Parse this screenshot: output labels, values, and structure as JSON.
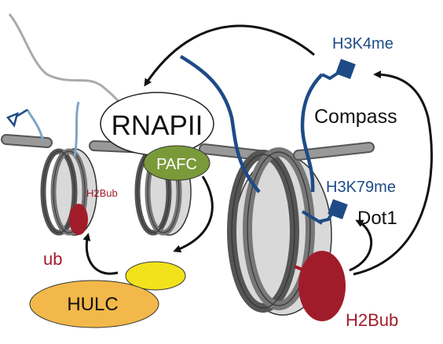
{
  "labels": {
    "rnapii": "RNAPII",
    "pafc": "PAFC",
    "h3k4me": "H3K4me",
    "compass": "Compass",
    "h3k79me": "H3K79me",
    "dot1": "Dot1",
    "h2bub_small": "H2Bub",
    "ub": "ub",
    "hulc": "HULC",
    "h2bub_large": "H2Bub"
  },
  "colors": {
    "dna_gray": "#777777",
    "histone_tail_blue": "#1e4b86",
    "light_tail_blue": "#7fa6c8",
    "h2bub_red": "#a01c2a",
    "pafc_green": "#7a9a3a",
    "hulc_orange": "#f2b84a",
    "hulc_yellow": "#f2e21c",
    "arrow_black": "#111111"
  },
  "icons": [
    "h3k4me-marker-icon",
    "h3k79me-marker-icon",
    "methyl-marker-icon"
  ]
}
